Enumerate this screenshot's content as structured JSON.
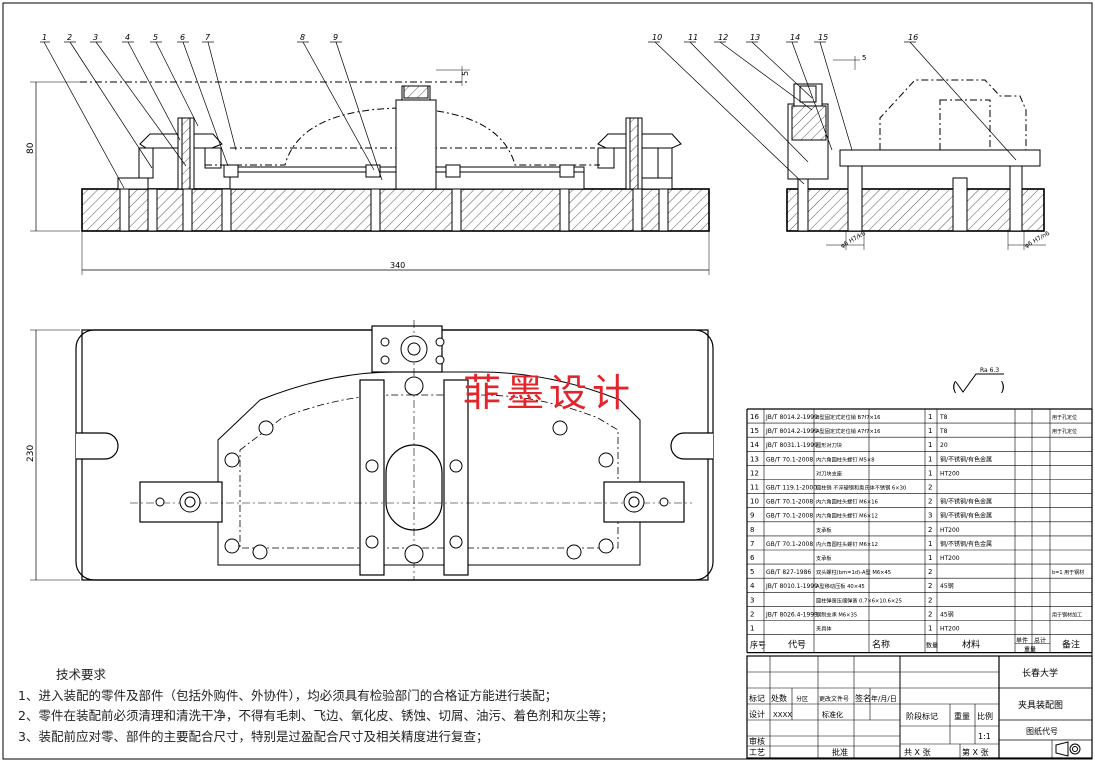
{
  "callouts": [
    "1",
    "2",
    "3",
    "4",
    "5",
    "6",
    "7",
    "8",
    "9",
    "10",
    "11",
    "12",
    "13",
    "14",
    "15",
    "16"
  ],
  "dims": {
    "height_front": "80",
    "length_total": "340",
    "width_plan": "230",
    "gap_top": "5",
    "side_dim": "5",
    "fit_a": "φ6 H7/k6",
    "fit_b": "φ6 H7/n6"
  },
  "roughness": "Ra 6.3",
  "watermark": "菲墨设计",
  "tech": {
    "title": "技术要求",
    "items": [
      "1、进入装配的零件及部件（包括外购件、外协件），均必须具有检验部门的合格证方能进行装配；",
      "2、零件在装配前必须清理和清洗干净，不得有毛刺、飞边、氧化皮、锈蚀、切屑、油污、着色剂和灰尘等；",
      "3、装配前应对零、部件的主要配合尺寸，特别是过盈配合尺寸及相关精度进行复查；"
    ]
  },
  "bom": {
    "rows": [
      {
        "no": "16",
        "code": "JB/T 8014.2-1999",
        "name": "B型固定式定位销 B7f7×16",
        "qty": "1",
        "mat": "T8",
        "note": "用于孔定位"
      },
      {
        "no": "15",
        "code": "JB/T 8014.2-1999",
        "name": "A型固定式定位销 A7f7×16",
        "qty": "1",
        "mat": "T8",
        "note": "用于孔定位"
      },
      {
        "no": "14",
        "code": "JB/T 8031.1-1999",
        "name": "圆形对刀块",
        "qty": "1",
        "mat": "20",
        "note": ""
      },
      {
        "no": "13",
        "code": "GB/T 70.1-2008",
        "name": "内六角圆柱头螺钉 M5×8",
        "qty": "1",
        "mat": "钢/不锈钢/有色金属",
        "note": ""
      },
      {
        "no": "12",
        "code": "",
        "name": "对刀块支座",
        "qty": "1",
        "mat": "HT200",
        "note": ""
      },
      {
        "no": "11",
        "code": "GB/T 119.1-2000",
        "name": "圆柱销 不淬硬钢和奥氏体不锈钢 6×30",
        "qty": "2",
        "mat": "",
        "note": ""
      },
      {
        "no": "10",
        "code": "GB/T 70.1-2008",
        "name": "内六角圆柱头螺钉 M6×16",
        "qty": "2",
        "mat": "钢/不锈钢/有色金属",
        "note": ""
      },
      {
        "no": "9",
        "code": "GB/T 70.1-2008",
        "name": "内六角圆柱头螺钉 M6×12",
        "qty": "3",
        "mat": "钢/不锈钢/有色金属",
        "note": ""
      },
      {
        "no": "8",
        "code": "",
        "name": "支承板",
        "qty": "2",
        "mat": "HT200",
        "note": ""
      },
      {
        "no": "7",
        "code": "GB/T 70.1-2008",
        "name": "内六角圆柱头螺钉 M6×12",
        "qty": "1",
        "mat": "钢/不锈钢/有色金属",
        "note": ""
      },
      {
        "no": "6",
        "code": "",
        "name": "支承板",
        "qty": "1",
        "mat": "HT200",
        "note": ""
      },
      {
        "no": "5",
        "code": "GB/T 827-1986",
        "name": "双头螺柱(bm=1d)-A型 M6×45",
        "qty": "2",
        "mat": "",
        "note": "b=1 用于钢材"
      },
      {
        "no": "4",
        "code": "JB/T 8010.1-1999",
        "name": "A型移动压板 40×45",
        "qty": "2",
        "mat": "45钢",
        "note": ""
      },
      {
        "no": "3",
        "code": "",
        "name": "圆柱弹簧压缩弹簧 0.7×6×10.6×25",
        "qty": "2",
        "mat": "",
        "note": ""
      },
      {
        "no": "2",
        "code": "JB/T 8026.4-1999",
        "name": "钢制支承 M6×35",
        "qty": "2",
        "mat": "45钢",
        "note": "用于钢材加工"
      },
      {
        "no": "1",
        "code": "",
        "name": "夹具体",
        "qty": "1",
        "mat": "HT200",
        "note": ""
      }
    ],
    "header": {
      "no": "序号",
      "code": "代号",
      "name": "名称",
      "qty": "数量",
      "mat": "材料",
      "unit": "单件",
      "total": "总计",
      "weight": "重量",
      "note": "备注"
    }
  },
  "title_block": {
    "school": "长春大学",
    "drawing_name": "夹具装配图",
    "drawing_code_label": "图纸代号",
    "marks": "标记",
    "count": "处数",
    "zone": "分区",
    "doc_no": "更改文件号",
    "sign": "签名",
    "date": "年/月/日",
    "design": "设计",
    "design_val": "XXXX",
    "standard": "标准化",
    "stage": "阶段标记",
    "weight": "重量",
    "scale": "比例",
    "scale_val": "1:1",
    "review": "审核",
    "process": "工艺",
    "approve": "批准",
    "sheets_total": "共 X 张",
    "sheet_no": "第 X 张"
  }
}
